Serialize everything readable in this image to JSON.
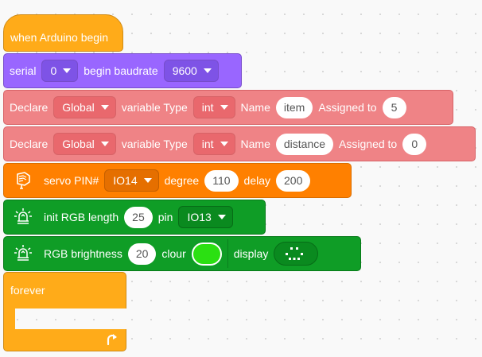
{
  "canvas": {
    "grid": true
  },
  "blocks": {
    "hat": {
      "label": "when Arduino begin"
    },
    "serial": {
      "label": "serial",
      "port": "0",
      "baud_label": "begin baudrate",
      "baud": "9600"
    },
    "declare_item": {
      "label": "Declare",
      "scope": "Global",
      "type_label": "variable Type",
      "type": "int",
      "name_label": "Name",
      "name": "item",
      "assign_label": "Assigned to",
      "value": "5"
    },
    "declare_distance": {
      "label": "Declare",
      "scope": "Global",
      "type_label": "variable Type",
      "type": "int",
      "name_label": "Name",
      "name": "distance",
      "assign_label": "Assigned to",
      "value": "0"
    },
    "servo": {
      "label": "servo PIN#",
      "pin": "IO14",
      "degree_label": "degree",
      "degree": "110",
      "delay_label": "delay",
      "delay": "200",
      "icon": "servo-icon"
    },
    "rgb_init": {
      "label": "init RGB length",
      "length": "25",
      "pin_label": "pin",
      "pin": "IO13",
      "icon": "led-icon"
    },
    "rgb_brightness": {
      "label": "RGB brightness",
      "brightness": "20",
      "colour_label": "clour",
      "colour": "#2BE012",
      "display_label": "display",
      "icon": "led-icon",
      "matrix_icon": "smile-matrix-icon"
    },
    "forever": {
      "label": "forever",
      "icon": "loop-arrow-icon"
    }
  },
  "colors": {
    "events": "#FFAB19",
    "serial": "#9966FF",
    "variables": "#EF8386",
    "servo": "#FF8000",
    "rgb": "#0F9D26"
  }
}
